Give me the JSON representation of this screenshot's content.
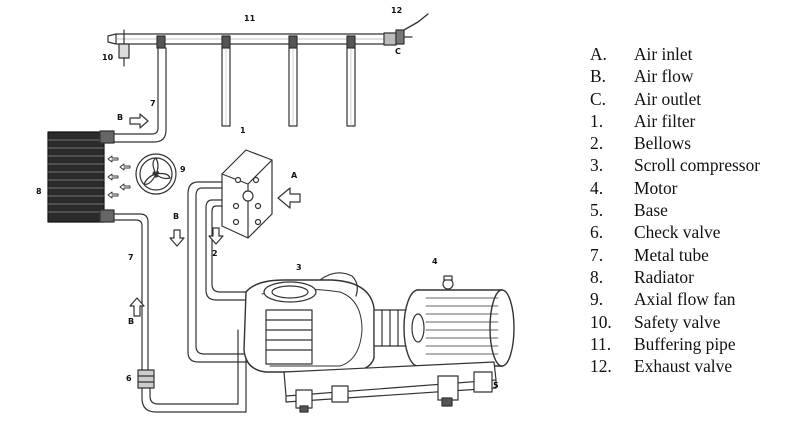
{
  "diagram": {
    "callouts": {
      "buffering_pipe": "11",
      "exhaust_valve": "12",
      "safety_valve": "10",
      "air_outlet": "C",
      "metal_tube_top": "7",
      "air_flow_top": "B",
      "bellows": "1",
      "axial_fan": "9",
      "radiator": "8",
      "air_inlet": "A",
      "air_flow_left": "B",
      "bellows_lower": "2",
      "scroll_compressor": "3",
      "motor": "4",
      "base": "5",
      "check_valve": "6",
      "metal_tube_left": "7",
      "air_flow_bottom": "B"
    }
  },
  "legend": {
    "items": [
      {
        "key": "A.",
        "label": "Air inlet"
      },
      {
        "key": "B.",
        "label": "Air flow"
      },
      {
        "key": "C.",
        "label": "Air outlet"
      },
      {
        "key": "1.",
        "label": "Air filter"
      },
      {
        "key": "2.",
        "label": "Bellows"
      },
      {
        "key": "3.",
        "label": "Scroll compressor"
      },
      {
        "key": "4.",
        "label": "Motor"
      },
      {
        "key": "5.",
        "label": "Base"
      },
      {
        "key": "6.",
        "label": "Check valve"
      },
      {
        "key": "7.",
        "label": "Metal tube"
      },
      {
        "key": "8.",
        "label": "Radiator"
      },
      {
        "key": "9.",
        "label": "Axial flow fan"
      },
      {
        "key": "10.",
        "label": "Safety valve"
      },
      {
        "key": "11.",
        "label": "Buffering pipe"
      },
      {
        "key": "12.",
        "label": "Exhaust valve"
      }
    ]
  }
}
